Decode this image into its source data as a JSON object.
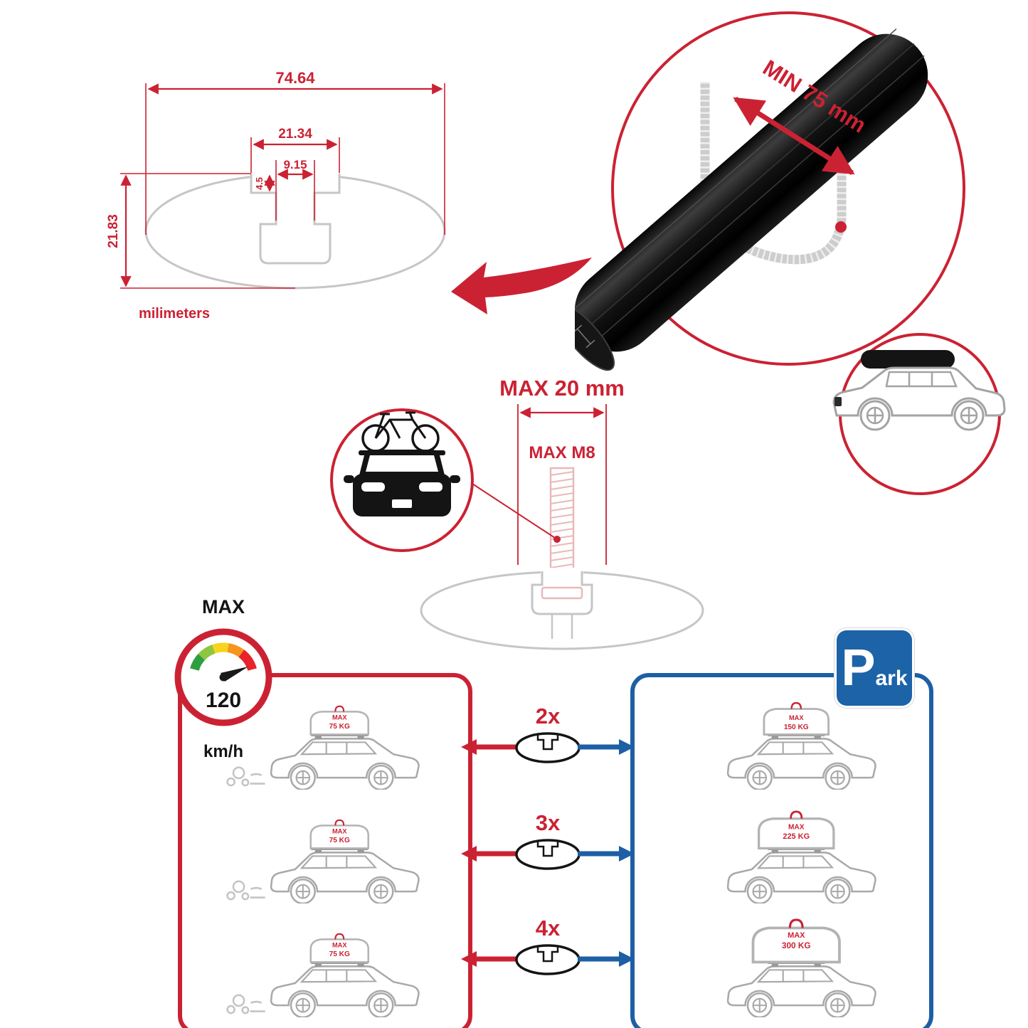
{
  "colors": {
    "accent_red": "#cb2233",
    "accent_blue": "#1d5fa5",
    "profile_gray": "#c6c6c6",
    "bar_black": "#141414"
  },
  "dimension_diagram": {
    "total_width": "74.64",
    "slot_outer_width": "21.34",
    "slot_inner_width": "9.15",
    "slot_step_depth": "4.5",
    "total_height": "21.83",
    "units_label": "milimeters"
  },
  "bar_detail": {
    "clamp_min_label": "MIN 75 mm"
  },
  "bolt_detail": {
    "max_width_label": "MAX 20 mm",
    "max_thread_label": "MAX M8"
  },
  "speed_gauge": {
    "title": "MAX",
    "value": "120",
    "unit": "km/h"
  },
  "park_sign": {
    "letter": "P",
    "suffix": "ark"
  },
  "load_rows": [
    {
      "multiplier": "2x",
      "moving_max": "MAX",
      "moving_kg": "75 KG",
      "parked_max": "MAX",
      "parked_kg": "150 KG"
    },
    {
      "multiplier": "3x",
      "moving_max": "MAX",
      "moving_kg": "75 KG",
      "parked_max": "MAX",
      "parked_kg": "225 KG"
    },
    {
      "multiplier": "4x",
      "moving_max": "MAX",
      "moving_kg": "75 KG",
      "parked_max": "MAX",
      "parked_kg": "300 KG"
    }
  ]
}
